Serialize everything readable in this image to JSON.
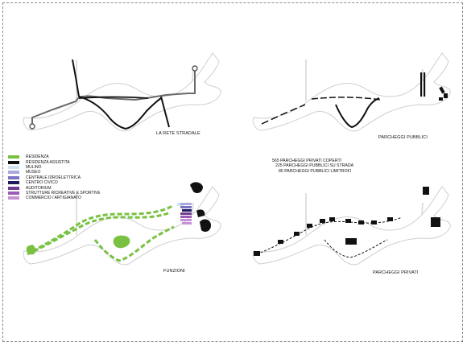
{
  "panels": {
    "road_network": {
      "caption": "LA RETE STRADALE"
    },
    "public_parking": {
      "caption": "PARCHEGGI PUBBLICI"
    },
    "functions": {
      "caption": "FUNZIONI"
    },
    "private_parking": {
      "caption": "PARCHEGGI PRIVATI"
    }
  },
  "legend": [
    {
      "label": "RESIDENZA",
      "color": "#7ac142"
    },
    {
      "label": "RESIDENZA ASSISTITA",
      "color": "#111111"
    },
    {
      "label": "MULINO",
      "color": "#cfe3f2"
    },
    {
      "label": "MUSEO",
      "color": "#a9a9df"
    },
    {
      "label": "CENTRALE IDROELETTRICA",
      "color": "#7a72c4"
    },
    {
      "label": "CENTRO CIVICO",
      "color": "#1d1a5e"
    },
    {
      "label": "AUDITORIUM",
      "color": "#6f3a8f"
    },
    {
      "label": "STRUTTURE RICREATIVE E SPORTIVE",
      "color": "#9a5cb8"
    },
    {
      "label": "COMMERCIO / ARTIGIANATO",
      "color": "#c690d6"
    }
  ],
  "parking_notes": [
    "565 PARCHEGGI PRIVATI COPERTI",
    "225 PARCHEGGI PUBBLICI SU STRADA",
    "85 PARCHEGGI PUBBLICI LIMITROFI"
  ]
}
